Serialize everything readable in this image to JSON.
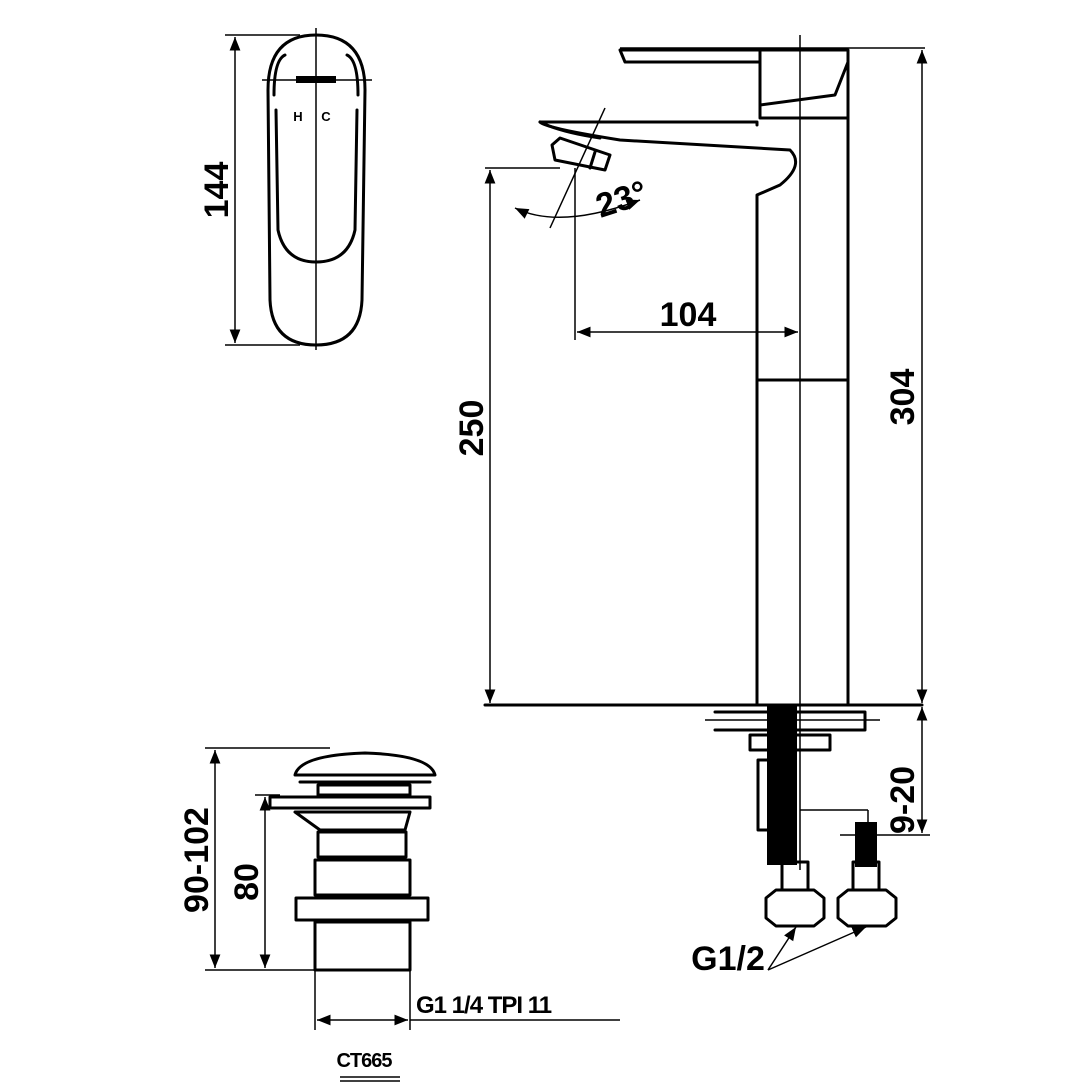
{
  "handle_view": {
    "height_dim": "144",
    "hot_mark": "H",
    "cold_mark": "C"
  },
  "faucet_view": {
    "spout_angle": "23°",
    "spout_reach": "104",
    "spout_height": "250",
    "total_height": "304",
    "deck_thickness": "9-20",
    "inlet_thread": "G1/2"
  },
  "drain_view": {
    "total_height": "90-102",
    "body_height": "80",
    "thread_spec": "G1 1/4 TPI 11",
    "model": "CT665"
  }
}
